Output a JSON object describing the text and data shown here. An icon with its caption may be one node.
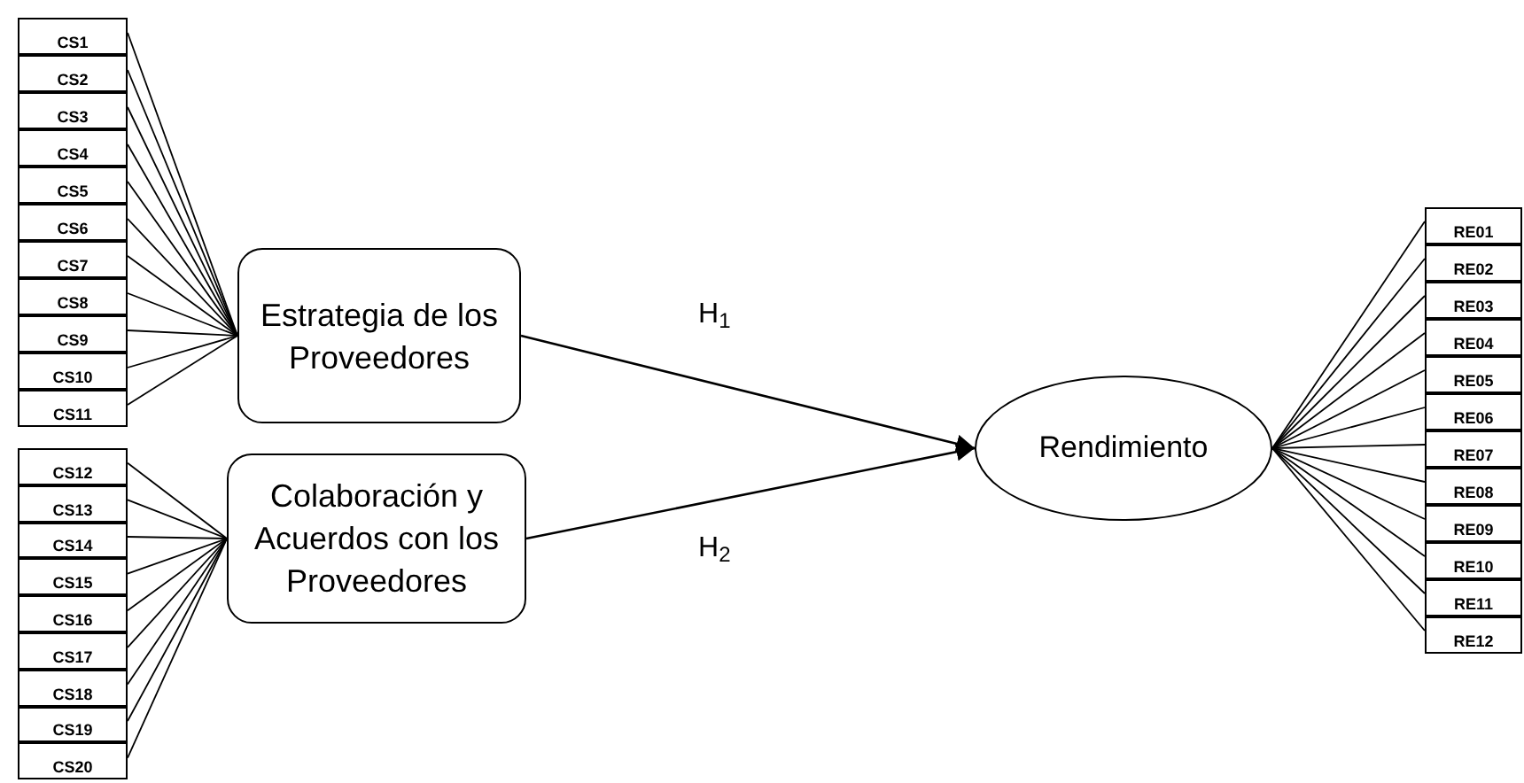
{
  "diagram": {
    "nodes": [
      {
        "text": [
          "CS1"
        ]
      },
      {
        "text": [
          "CS2"
        ]
      },
      {
        "text": [
          "CS3"
        ]
      },
      {
        "text": [
          "CS4"
        ]
      },
      {
        "text": [
          "CS5"
        ]
      },
      {
        "text": [
          "CS6"
        ]
      },
      {
        "text": [
          "CS7"
        ]
      },
      {
        "text": [
          "CS8"
        ]
      },
      {
        "text": [
          "CS9"
        ]
      },
      {
        "text": [
          "CS10"
        ]
      },
      {
        "text": [
          "CS11"
        ]
      },
      {
        "text": [
          "Estrategia de los Proveedores"
        ]
      },
      {
        "text": [
          "CS12"
        ]
      },
      {
        "text": [
          "CS13"
        ]
      },
      {
        "text": [
          "CS14"
        ]
      },
      {
        "text": [
          "CS15"
        ]
      },
      {
        "text": [
          "CS16"
        ]
      },
      {
        "text": [
          "CS17"
        ]
      },
      {
        "text": [
          "CS18"
        ]
      },
      {
        "text": [
          "CS19"
        ]
      },
      {
        "text": [
          "CS20"
        ]
      },
      {
        "text": [
          "Colaboración y Acuerdos con los Proveedores"
        ]
      },
      {
        "text": [
          "Rendimiento"
        ]
      },
      {
        "text": [
          "RE01"
        ]
      },
      {
        "text": [
          "RE02"
        ]
      },
      {
        "text": [
          "RE03"
        ]
      },
      {
        "text": [
          "RE04"
        ]
      },
      {
        "text": [
          "RE05"
        ]
      },
      {
        "text": [
          "RE06"
        ]
      },
      {
        "text": [
          "RE07"
        ]
      },
      {
        "text": [
          "RE08"
        ]
      },
      {
        "text": [
          "RE09"
        ]
      },
      {
        "text": [
          "RE10"
        ]
      },
      {
        "text": [
          "RE11"
        ]
      },
      {
        "text": [
          "RE12"
        ]
      }
    ],
    "edges": [
      {
        "from": 0,
        "to": 11,
        "arrow": "none"
      },
      {
        "from": 1,
        "to": 11,
        "arrow": "none"
      },
      {
        "from": 2,
        "to": 11,
        "arrow": "none"
      },
      {
        "from": 3,
        "to": 11,
        "arrow": "none"
      },
      {
        "from": 4,
        "to": 11,
        "arrow": "none"
      },
      {
        "from": 5,
        "to": 11,
        "arrow": "none"
      },
      {
        "from": 6,
        "to": 11,
        "arrow": "none"
      },
      {
        "from": 7,
        "to": 11,
        "arrow": "none"
      },
      {
        "from": 8,
        "to": 11,
        "arrow": "none"
      },
      {
        "from": 9,
        "to": 11,
        "arrow": "none"
      },
      {
        "from": 10,
        "to": 11,
        "arrow": "none"
      },
      {
        "from": 12,
        "to": 21,
        "arrow": "none"
      },
      {
        "from": 13,
        "to": 21,
        "arrow": "none"
      },
      {
        "from": 14,
        "to": 21,
        "arrow": "none"
      },
      {
        "from": 15,
        "to": 21,
        "arrow": "none"
      },
      {
        "from": 16,
        "to": 21,
        "arrow": "none"
      },
      {
        "from": 17,
        "to": 21,
        "arrow": "none"
      },
      {
        "from": 18,
        "to": 21,
        "arrow": "none"
      },
      {
        "from": 19,
        "to": 21,
        "arrow": "none"
      },
      {
        "from": 20,
        "to": 21,
        "arrow": "none"
      },
      {
        "from": 11,
        "to": 22,
        "arrow": "to",
        "label": "H$_{1}$"
      },
      {
        "from": 21,
        "to": 22,
        "arrow": "to",
        "label": "H$_{2}$"
      },
      {
        "from": 22,
        "to": 23,
        "arrow": "none"
      },
      {
        "from": 22,
        "to": 24,
        "arrow": "none"
      },
      {
        "from": 22,
        "to": 25,
        "arrow": "none"
      },
      {
        "from": 22,
        "to": 26,
        "arrow": "none"
      },
      {
        "from": 22,
        "to": 27,
        "arrow": "none"
      },
      {
        "from": 22,
        "to": 28,
        "arrow": "none"
      },
      {
        "from": 22,
        "to": 29,
        "arrow": "none"
      },
      {
        "from": 22,
        "to": 30,
        "arrow": "none"
      },
      {
        "from": 22,
        "to": 31,
        "arrow": "none"
      },
      {
        "from": 22,
        "to": 32,
        "arrow": "none"
      },
      {
        "from": 22,
        "to": 33,
        "arrow": "none"
      },
      {
        "from": 22,
        "to": 34,
        "arrow": "none"
      }
    ]
  }
}
